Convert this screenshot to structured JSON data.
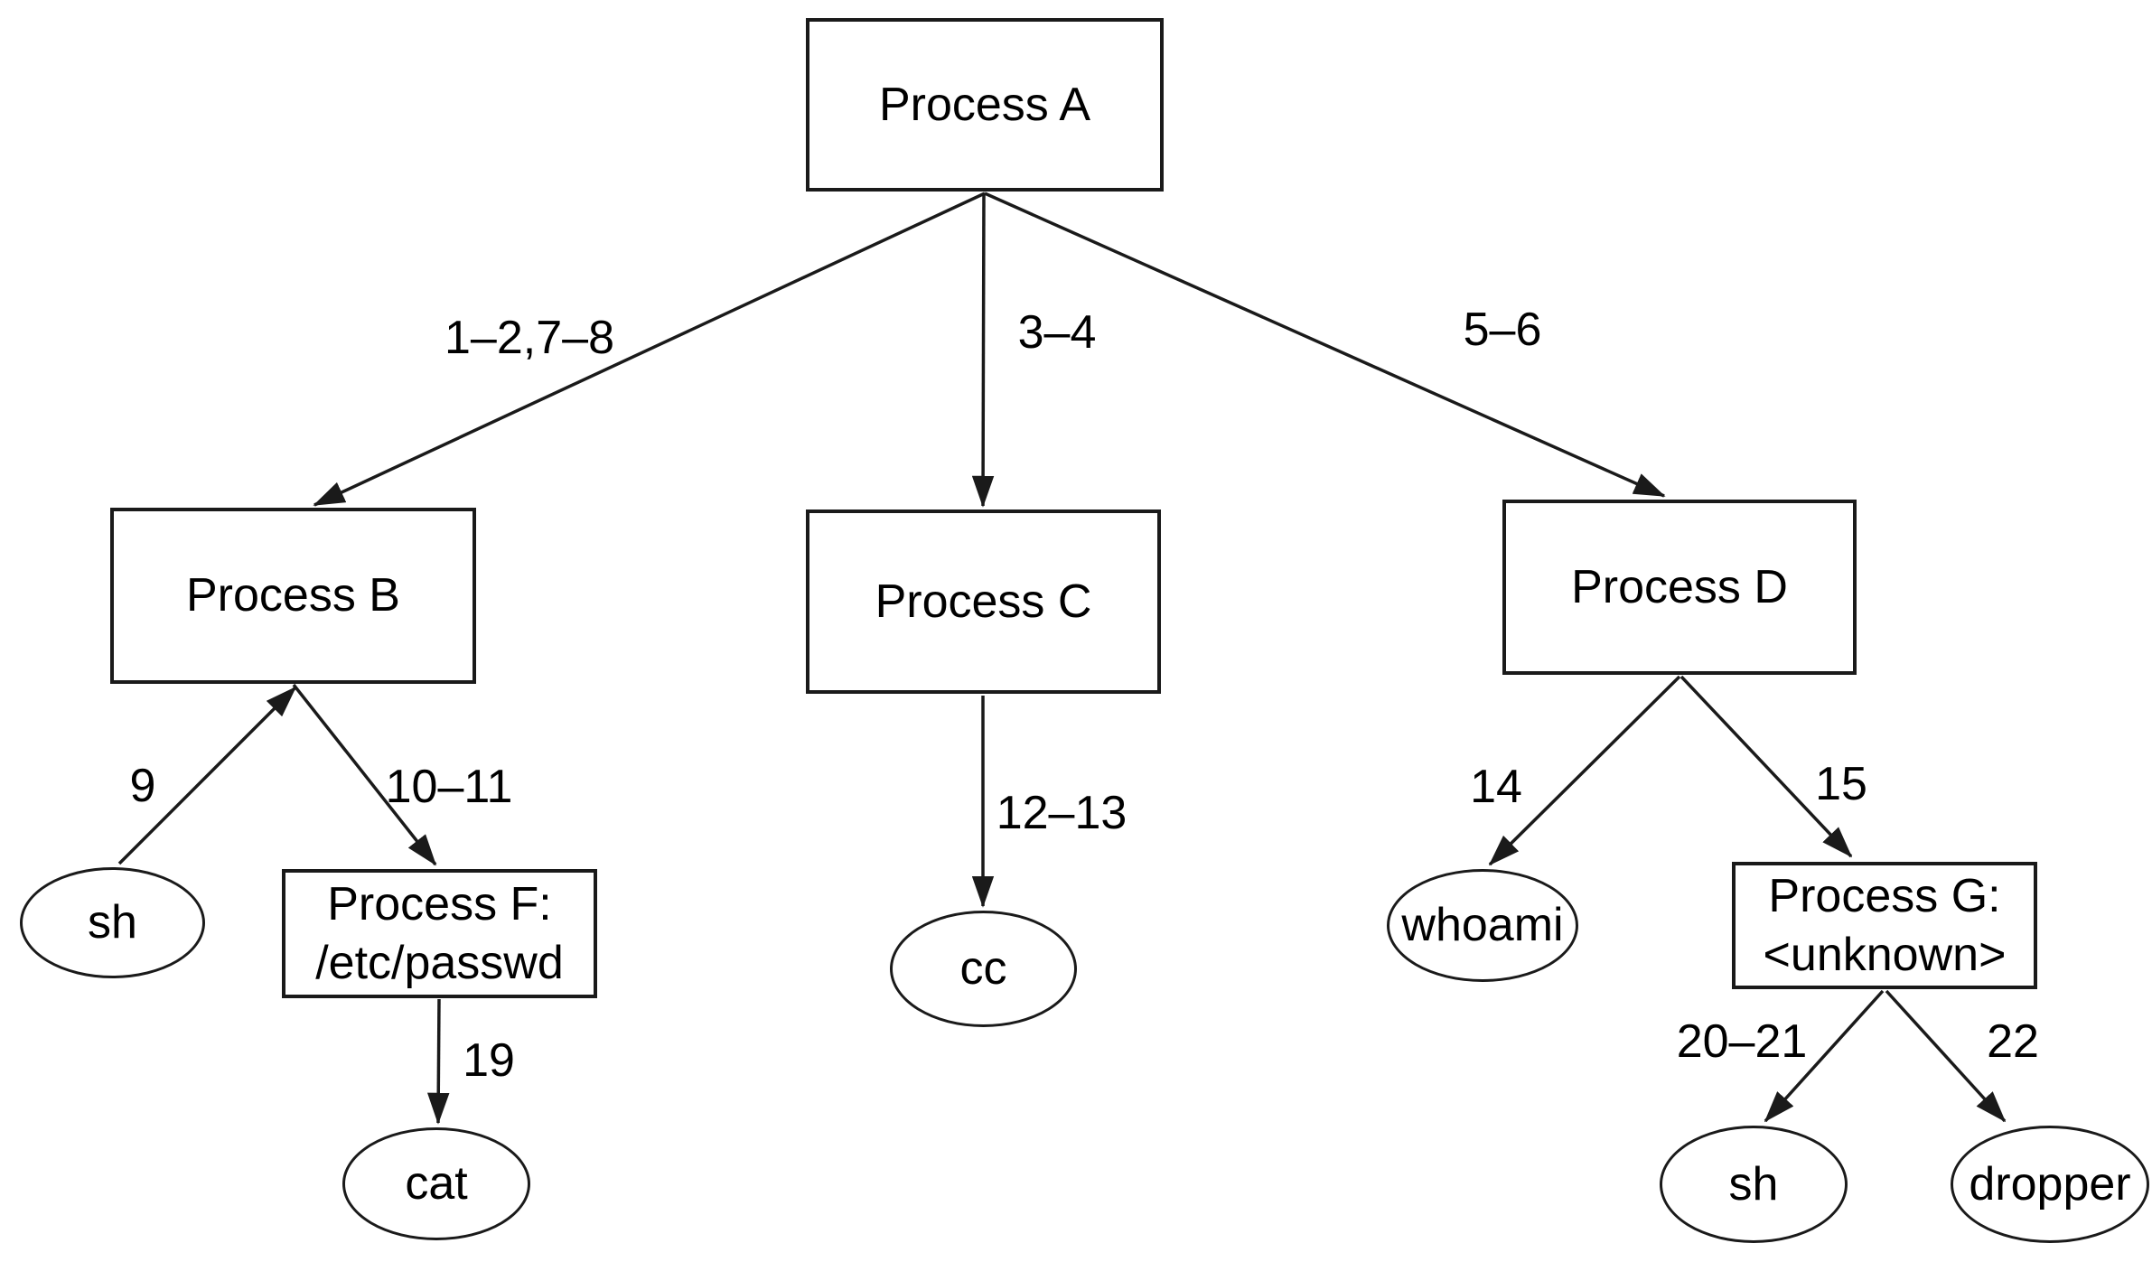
{
  "diagram": {
    "type": "process-tree",
    "colors": {
      "background": "#ffffff",
      "stroke": "#1a1a1a",
      "text": "#000000"
    },
    "nodes": {
      "a": {
        "shape": "rect",
        "label": "Process A"
      },
      "b": {
        "shape": "rect",
        "label": "Process B"
      },
      "c": {
        "shape": "rect",
        "label": "Process C"
      },
      "d": {
        "shape": "rect",
        "label": "Process D"
      },
      "f": {
        "shape": "rect",
        "line1": "Process F:",
        "line2": "/etc/passwd"
      },
      "g": {
        "shape": "rect",
        "line1": "Process G:",
        "line2": "<unknown>"
      },
      "sh1": {
        "shape": "ellipse",
        "label": "sh"
      },
      "cat": {
        "shape": "ellipse",
        "label": "cat"
      },
      "cc": {
        "shape": "ellipse",
        "label": "cc"
      },
      "whoami": {
        "shape": "ellipse",
        "label": "whoami"
      },
      "sh2": {
        "shape": "ellipse",
        "label": "sh"
      },
      "dropper": {
        "shape": "ellipse",
        "label": "dropper"
      }
    },
    "edges": [
      {
        "from": "Process A",
        "to": "Process B",
        "label": "1–2,7–8"
      },
      {
        "from": "Process A",
        "to": "Process C",
        "label": "3–4"
      },
      {
        "from": "Process A",
        "to": "Process D",
        "label": "5–6"
      },
      {
        "from": "sh",
        "to": "Process B",
        "label": "9"
      },
      {
        "from": "Process B",
        "to": "Process F",
        "label": "10–11"
      },
      {
        "from": "Process C",
        "to": "cc",
        "label": "12–13"
      },
      {
        "from": "Process D",
        "to": "whoami",
        "label": "14"
      },
      {
        "from": "Process D",
        "to": "Process G",
        "label": "15"
      },
      {
        "from": "Process F",
        "to": "cat",
        "label": "19"
      },
      {
        "from": "Process G",
        "to": "sh",
        "label": "20–21"
      },
      {
        "from": "Process G",
        "to": "dropper",
        "label": "22"
      }
    ]
  }
}
